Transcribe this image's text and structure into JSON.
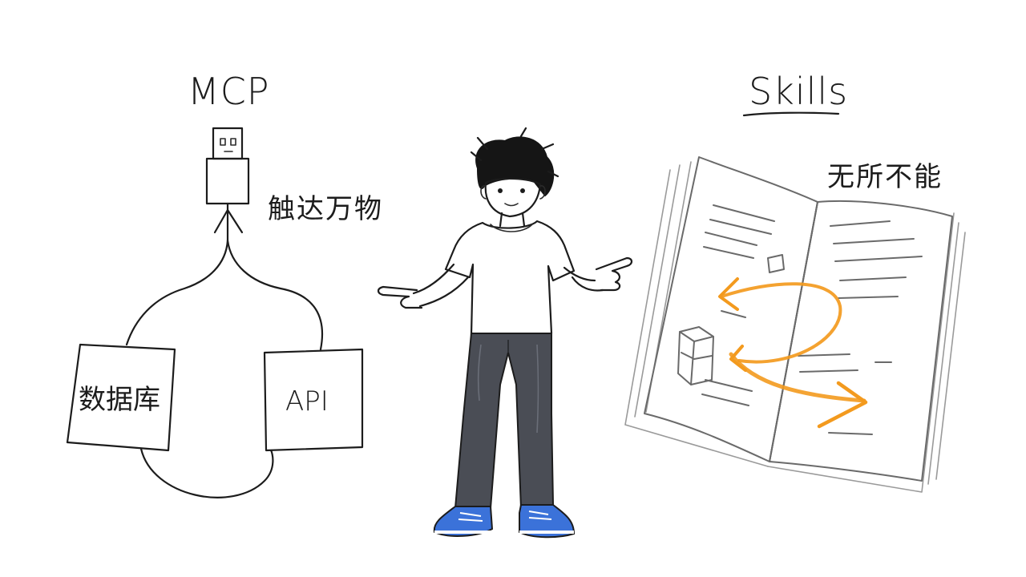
{
  "left": {
    "title": "MCP",
    "caption": "触达万物",
    "boxes": [
      {
        "label": "数据库"
      },
      {
        "label": "API"
      }
    ]
  },
  "right": {
    "title": "Skills",
    "caption": "无所不能"
  },
  "colors": {
    "ink": "#1c1c1c",
    "accent_orange": "#f39a1e",
    "shirt": "#ffffff",
    "pants": "#4a4d55",
    "shoes": "#3b72d9",
    "skin": "#ffffff"
  }
}
